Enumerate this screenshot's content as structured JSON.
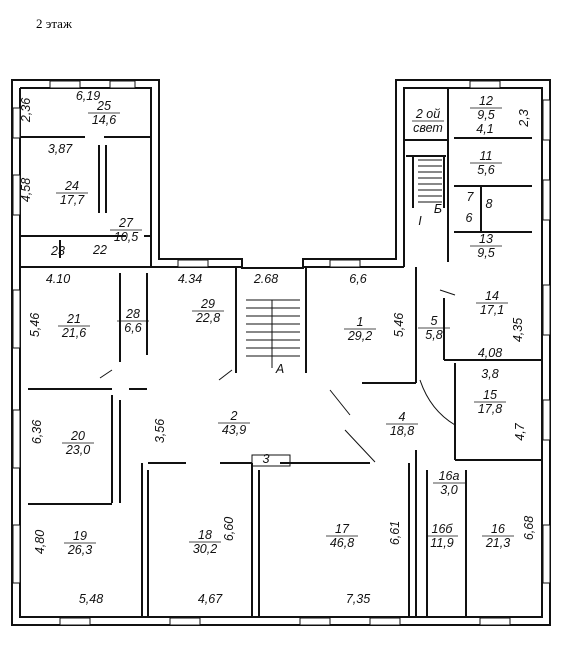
{
  "floor_title": "2 этаж",
  "rooms": [
    {
      "id": "25",
      "number": "25",
      "area": "14,6"
    },
    {
      "id": "24",
      "number": "24",
      "area": "17,7"
    },
    {
      "id": "27",
      "number": "27",
      "area": "10,5"
    },
    {
      "id": "23",
      "number": "23",
      "area": ""
    },
    {
      "id": "22",
      "number": "22",
      "area": ""
    },
    {
      "id": "2svet",
      "number": "2 ой",
      "area": "свет"
    },
    {
      "id": "12",
      "number": "12",
      "area": "9,5"
    },
    {
      "id": "11",
      "number": "11",
      "area": "5,6"
    },
    {
      "id": "7",
      "number": "7",
      "area": ""
    },
    {
      "id": "8",
      "number": "8",
      "area": ""
    },
    {
      "id": "6",
      "number": "6",
      "area": ""
    },
    {
      "id": "13",
      "number": "13",
      "area": "9,5"
    },
    {
      "id": "21",
      "number": "21",
      "area": "21,6"
    },
    {
      "id": "28",
      "number": "28",
      "area": "6,6"
    },
    {
      "id": "29",
      "number": "29",
      "area": "22,8"
    },
    {
      "id": "1",
      "number": "1",
      "area": "29,2"
    },
    {
      "id": "5",
      "number": "5",
      "area": "5,8"
    },
    {
      "id": "14",
      "number": "14",
      "area": "17,1"
    },
    {
      "id": "15",
      "number": "15",
      "area": "17,8"
    },
    {
      "id": "20",
      "number": "20",
      "area": "23,0"
    },
    {
      "id": "2",
      "number": "2",
      "area": "43,9"
    },
    {
      "id": "4",
      "number": "4",
      "area": "18,8"
    },
    {
      "id": "16a",
      "number": "16а",
      "area": "3,0"
    },
    {
      "id": "19",
      "number": "19",
      "area": "26,3"
    },
    {
      "id": "18",
      "number": "18",
      "area": "30,2"
    },
    {
      "id": "17",
      "number": "17",
      "area": "46,8"
    },
    {
      "id": "16b",
      "number": "16б",
      "area": "11,9"
    },
    {
      "id": "16",
      "number": "16",
      "area": "21,3"
    }
  ],
  "dimensions": [
    "6,19",
    "2,36",
    "3,87",
    "4,58",
    "4,1",
    "2,3",
    "4.10",
    "4.34",
    "2.68",
    "6,6",
    "5,46",
    "5,46",
    "4,35",
    "4,08",
    "3,8",
    "4,7",
    "3,56",
    "6,36",
    "6,60",
    "6,61",
    "6,68",
    "4,80",
    "5,48",
    "4,67",
    "7,35"
  ],
  "stair_labels": {
    "a": "А",
    "b": "Б",
    "i": "I",
    "stair3": "3"
  }
}
